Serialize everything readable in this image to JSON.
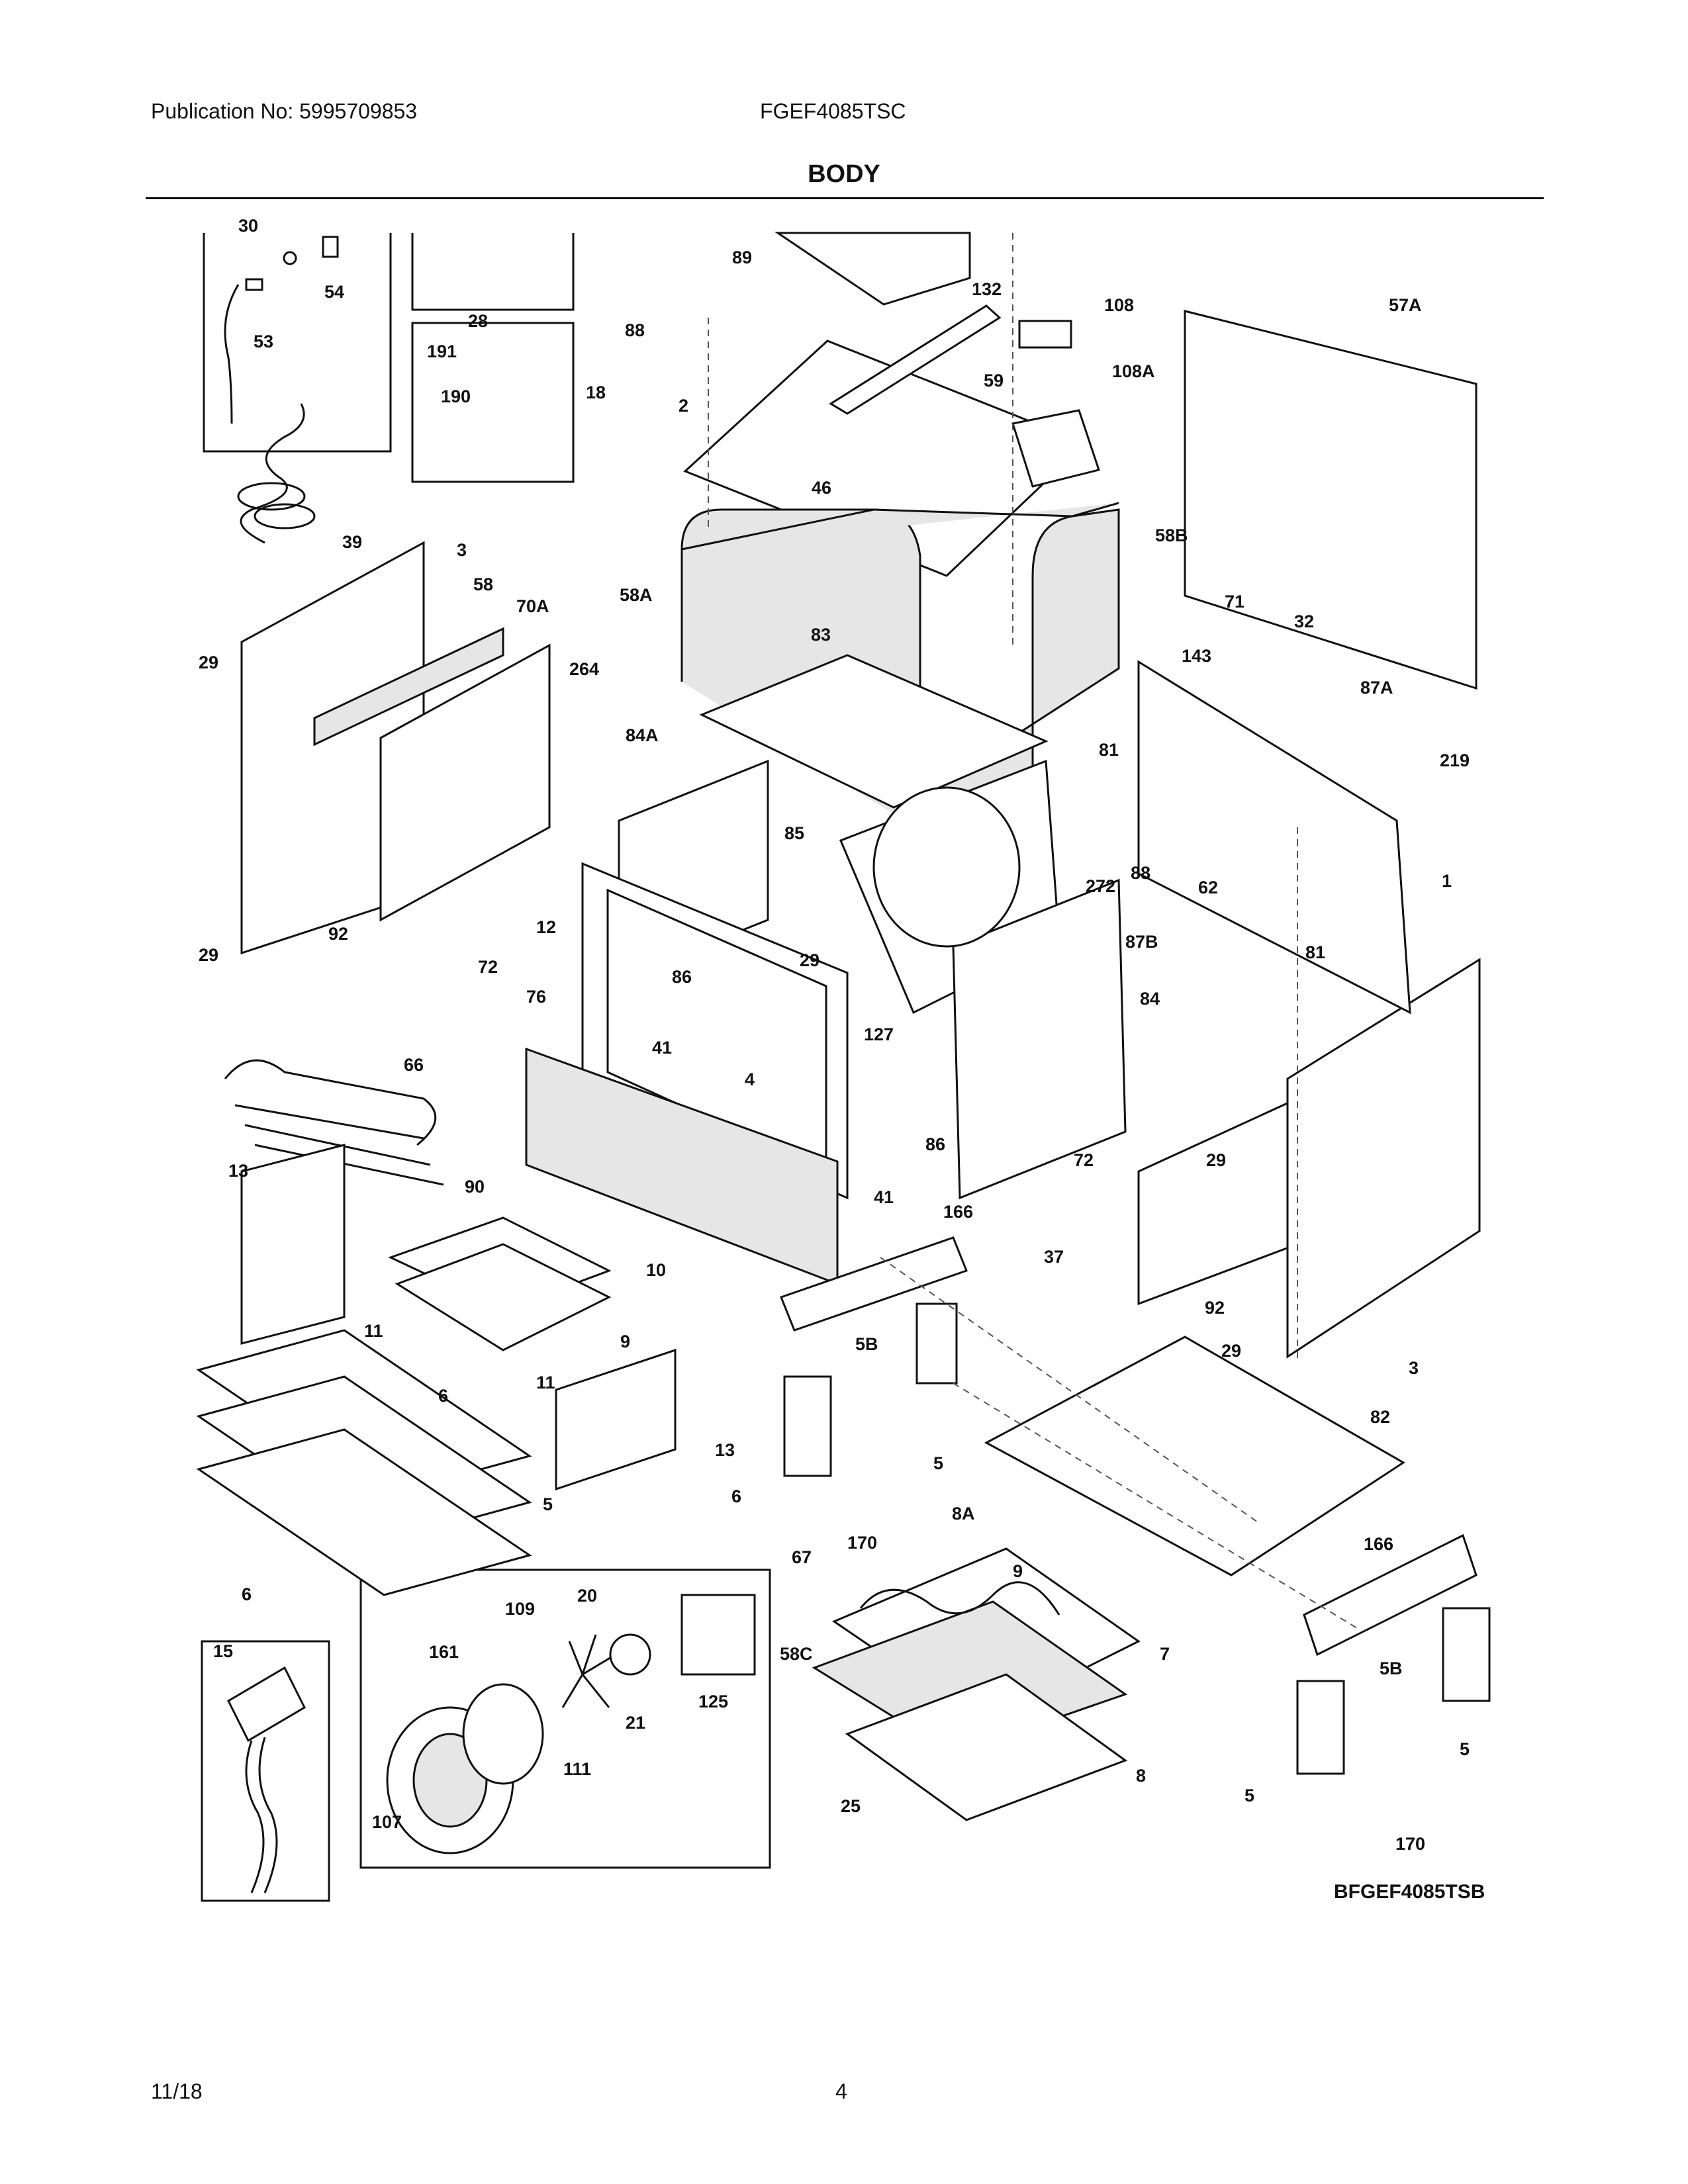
{
  "header": {
    "publication": "Publication No: 5995709853",
    "model": "FGEF4085TSC"
  },
  "title": "BODY",
  "diagram_ref": "BFGEF4085TSB",
  "footer": {
    "date": "11/18",
    "page": "4"
  },
  "callouts": [
    "30",
    "54",
    "53",
    "28",
    "191",
    "190",
    "39",
    "89",
    "88",
    "18",
    "2",
    "132",
    "59",
    "46",
    "108",
    "108A",
    "57A",
    "3",
    "58",
    "70A",
    "29",
    "29",
    "92",
    "72",
    "264",
    "84A",
    "58A",
    "83",
    "58B",
    "71",
    "32",
    "143",
    "87A",
    "219",
    "81",
    "85",
    "272",
    "88",
    "62",
    "1",
    "12",
    "29",
    "87B",
    "81",
    "76",
    "86",
    "41",
    "4",
    "127",
    "84",
    "66",
    "13",
    "90",
    "86",
    "41",
    "72",
    "29",
    "166",
    "37",
    "10",
    "92",
    "9",
    "11",
    "29",
    "3",
    "5B",
    "6",
    "11",
    "13",
    "5",
    "82",
    "6",
    "5",
    "6",
    "170",
    "8A",
    "67",
    "9",
    "20",
    "109",
    "125",
    "161",
    "21",
    "58C",
    "7",
    "166",
    "15",
    "5B",
    "5",
    "111",
    "8",
    "5",
    "107",
    "25",
    "170"
  ]
}
